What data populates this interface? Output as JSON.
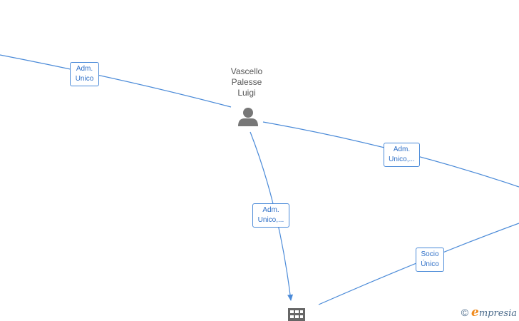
{
  "person": {
    "name_lines": [
      "Vascello",
      "Palesse",
      "Luigi"
    ],
    "icon": "person-icon"
  },
  "company": {
    "icon": "building-icon"
  },
  "edge_labels": [
    {
      "lines": [
        "Adm.",
        "Unico"
      ]
    },
    {
      "lines": [
        "Adm.",
        "Unico,..."
      ]
    },
    {
      "lines": [
        "Adm.",
        "Unico,..."
      ]
    },
    {
      "lines": [
        "Socio",
        "Único"
      ]
    }
  ],
  "brand": {
    "copyright_symbol": "©",
    "logo_initial": "e",
    "logo_rest": "mpresia"
  },
  "colors": {
    "edge": "#4a8ad8",
    "label_text": "#2e6fc7",
    "node_icon": "#777777",
    "brand_accent": "#f08a1c"
  }
}
